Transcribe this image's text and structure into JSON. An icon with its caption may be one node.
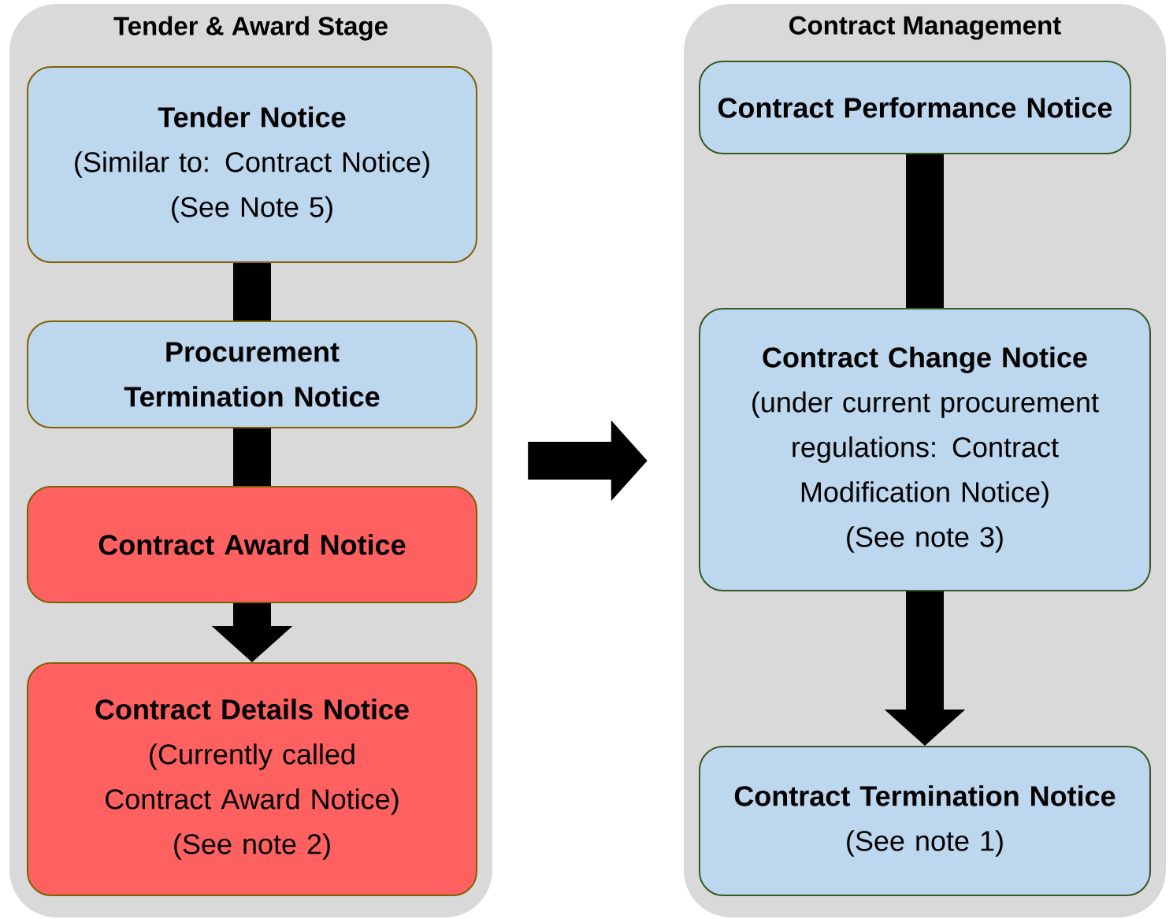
{
  "diagram": {
    "nodes": [
      {
        "text": [
          "Tender & Award Stage"
        ]
      },
      {
        "text": [
          "Tender Notice",
          "(Similar to: Contract Notice)",
          "(See Note 5)"
        ],
        "in": 0
      },
      {
        "text": [
          "Procurement Termination Notice"
        ],
        "in": 0
      },
      {
        "text": [
          "Contract Award Notice"
        ],
        "in": 0
      },
      {
        "text": [
          "Contract Details Notice",
          "(Currently called Contract Award Notice)",
          "(See note 2)"
        ],
        "in": 0
      },
      {
        "text": [
          "Contract Management"
        ]
      },
      {
        "text": [
          "Contract Performance Notice"
        ],
        "in": 5
      },
      {
        "text": [
          "Contract Change Notice",
          "(under current procurement regulations: Contract Modification Notice)",
          "(See note 3)"
        ],
        "in": 5
      },
      {
        "text": [
          "Contract Termination Notice",
          "(See note 1)"
        ],
        "in": 5
      }
    ],
    "edges": [
      {
        "from": 1,
        "to": 2,
        "arrow": "none"
      },
      {
        "from": 2,
        "to": 3,
        "arrow": "none"
      },
      {
        "from": 3,
        "to": 4,
        "arrow": "to"
      },
      {
        "from": 0,
        "to": 5,
        "arrow": "to"
      },
      {
        "from": 6,
        "to": 7,
        "arrow": "none"
      },
      {
        "from": 7,
        "to": 8,
        "arrow": "to"
      }
    ]
  }
}
